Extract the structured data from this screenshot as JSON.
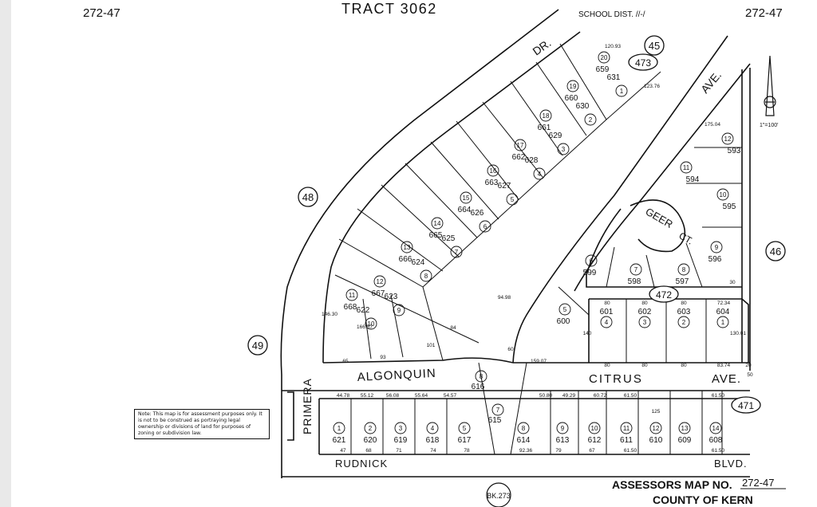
{
  "header": {
    "map_number_left": "272-47",
    "tract": "TRACT 3062",
    "school_dist": "SCHOOL DIST. //-/",
    "map_number_right": "272-47"
  },
  "streets": {
    "primera_dr": "DR.",
    "primera": "PRIMERA",
    "algonquin": "ALGONQUIN",
    "citrus_ave": "CITRUS",
    "ave": "AVE.",
    "geer_ave": "AVE.",
    "geer_ct": "GEER",
    "ct": "CT.",
    "rudnick": "RUDNICK",
    "blvd": "BLVD."
  },
  "page_circles": [
    "45",
    "48",
    "49",
    "46"
  ],
  "map_refs": [
    "473",
    "472",
    "471"
  ],
  "scale": "1\"=100'",
  "note": "Note: This map is for assessment purposes only. It is not to be construed as portraying legal ownership or divisions of land for purposes of zoning or subdivision law.",
  "footer": {
    "title_prefix": "ASSESSORS MAP NO.",
    "map_no": "272-47",
    "county": "COUNTY OF KERN",
    "book": "BK.273"
  },
  "parcels_north": [
    {
      "lot": "20",
      "tract": "659",
      "block": "1",
      "apn": "631"
    },
    {
      "lot": "19",
      "tract": "660",
      "block": "2",
      "apn": "630"
    },
    {
      "lot": "18",
      "tract": "661",
      "block": "3",
      "apn": "629"
    },
    {
      "lot": "17",
      "tract": "662",
      "block": "4",
      "apn": "628"
    },
    {
      "lot": "16",
      "tract": "663",
      "block": "5",
      "apn": "627"
    },
    {
      "lot": "15",
      "tract": "664",
      "block": "6",
      "apn": "626"
    },
    {
      "lot": "14",
      "tract": "665",
      "block": "7",
      "apn": "625"
    },
    {
      "lot": "13",
      "tract": "666",
      "block": "8",
      "apn": "624"
    },
    {
      "lot": "12",
      "tract": "667",
      "block": "9",
      "apn": "623"
    },
    {
      "lot": "11",
      "tract": "668",
      "block": "10",
      "apn": "622"
    }
  ],
  "parcels_geer": [
    {
      "lot": "12",
      "apn": "593"
    },
    {
      "lot": "11",
      "apn": "594"
    },
    {
      "lot": "10",
      "apn": "595"
    },
    {
      "lot": "9",
      "apn": "596"
    },
    {
      "lot": "8",
      "apn": "597"
    },
    {
      "lot": "7",
      "apn": "598"
    },
    {
      "lot": "6",
      "apn": "599"
    },
    {
      "lot": "5",
      "apn": "600"
    }
  ],
  "parcels_citrus": [
    {
      "lot": "4",
      "apn": "601"
    },
    {
      "lot": "3",
      "apn": "602"
    },
    {
      "lot": "2",
      "apn": "603"
    },
    {
      "lot": "1",
      "apn": "604"
    }
  ],
  "parcels_algonquin": [
    {
      "lot": "7",
      "apn": "615"
    },
    {
      "lot": "8",
      "apn": "616"
    }
  ],
  "parcels_rudnick": [
    {
      "lot": "1",
      "apn": "621"
    },
    {
      "lot": "2",
      "apn": "620"
    },
    {
      "lot": "3",
      "apn": "619"
    },
    {
      "lot": "4",
      "apn": "618"
    },
    {
      "lot": "5",
      "apn": "617"
    },
    {
      "lot": "8",
      "apn": "614"
    },
    {
      "lot": "9",
      "apn": "613"
    },
    {
      "lot": "10",
      "apn": "612"
    },
    {
      "lot": "11",
      "apn": "611"
    },
    {
      "lot": "12",
      "apn": "610"
    },
    {
      "lot": "13",
      "apn": "609"
    },
    {
      "lot": "14",
      "apn": "608"
    }
  ],
  "dimensions": {
    "rudnick_top": [
      "44.78",
      "55.12",
      "56.08",
      "55.64",
      "54.57",
      "50.80",
      "49.29",
      "60.72",
      "61.50",
      "61.50"
    ],
    "rudnick_bottom": [
      "47",
      "68",
      "71",
      "74",
      "78",
      "92.36",
      "79",
      "67",
      "61.50",
      "61.50"
    ],
    "citrus_top": [
      "80",
      "80",
      "80",
      "72.34"
    ],
    "citrus_bottom": [
      "80",
      "80",
      "80",
      "83.74"
    ],
    "misc": [
      "93",
      "65",
      "101",
      "84",
      "94.98",
      "159.07",
      "125",
      "140",
      "130.01",
      "146.30",
      "166.57",
      "120.93",
      "123.76",
      "175.04",
      "60",
      "50",
      "20",
      "30"
    ]
  }
}
